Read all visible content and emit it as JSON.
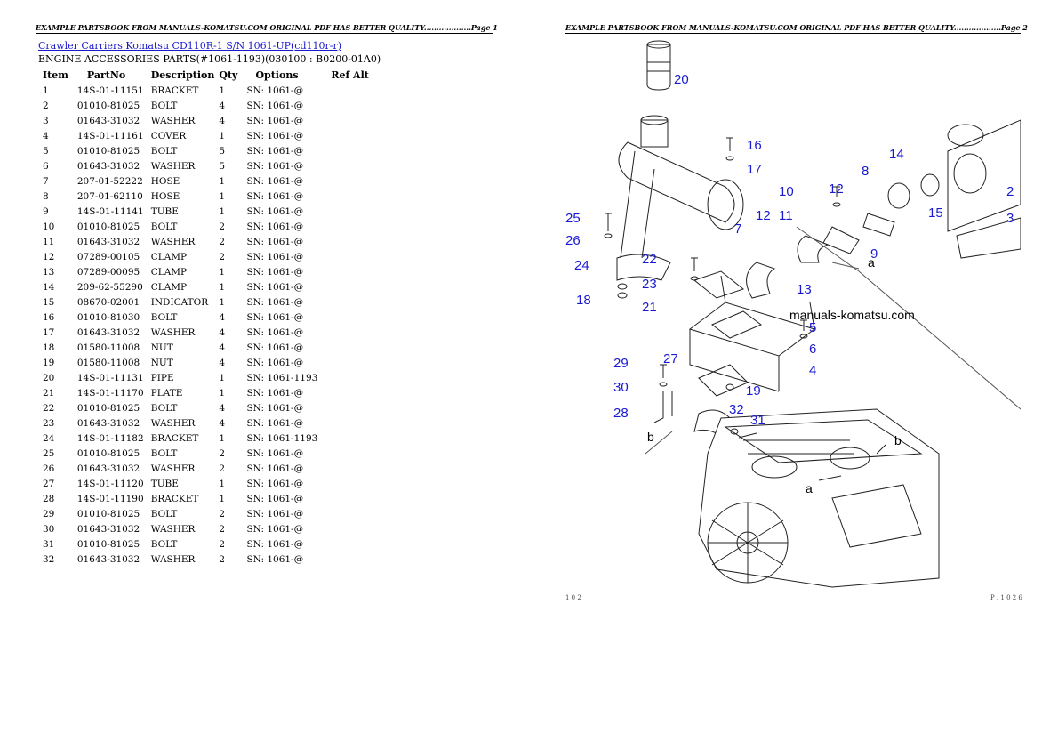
{
  "page1": {
    "header": "EXAMPLE PARTSBOOK FROM MANUALS-KOMATSU.COM ORIGINAL PDF HAS BETTER QUALITY...................Page 1",
    "breadcrumb": "Crawler Carriers Komatsu  CD110R-1 S/N 1061-UP(cd110r-r)",
    "subtitle": "ENGINE ACCESSORIES PARTS(#1061-1193)(030100 : B0200-01A0)",
    "columns": [
      "Item",
      "PartNo",
      "Description",
      "Qty",
      "Options",
      "Ref Alt"
    ],
    "rows": [
      [
        "1",
        "14S-01-11151",
        "BRACKET",
        "1",
        "SN: 1061-@"
      ],
      [
        "2",
        "01010-81025",
        "BOLT",
        "4",
        "SN: 1061-@"
      ],
      [
        "3",
        "01643-31032",
        "WASHER",
        "4",
        "SN: 1061-@"
      ],
      [
        "4",
        "14S-01-11161",
        "COVER",
        "1",
        "SN: 1061-@"
      ],
      [
        "5",
        "01010-81025",
        "BOLT",
        "5",
        "SN: 1061-@"
      ],
      [
        "6",
        "01643-31032",
        "WASHER",
        "5",
        "SN: 1061-@"
      ],
      [
        "7",
        "207-01-52222",
        "HOSE",
        "1",
        "SN: 1061-@"
      ],
      [
        "8",
        "207-01-62110",
        "HOSE",
        "1",
        "SN: 1061-@"
      ],
      [
        "9",
        "14S-01-11141",
        "TUBE",
        "1",
        "SN: 1061-@"
      ],
      [
        "10",
        "01010-81025",
        "BOLT",
        "2",
        "SN: 1061-@"
      ],
      [
        "11",
        "01643-31032",
        "WASHER",
        "2",
        "SN: 1061-@"
      ],
      [
        "12",
        "07289-00105",
        "CLAMP",
        "2",
        "SN: 1061-@"
      ],
      [
        "13",
        "07289-00095",
        "CLAMP",
        "1",
        "SN: 1061-@"
      ],
      [
        "14",
        "209-62-55290",
        "CLAMP",
        "1",
        "SN: 1061-@"
      ],
      [
        "15",
        "08670-02001",
        "INDICATOR",
        "1",
        "SN: 1061-@"
      ],
      [
        "16",
        "01010-81030",
        "BOLT",
        "4",
        "SN: 1061-@"
      ],
      [
        "17",
        "01643-31032",
        "WASHER",
        "4",
        "SN: 1061-@"
      ],
      [
        "18",
        "01580-11008",
        "NUT",
        "4",
        "SN: 1061-@"
      ],
      [
        "19",
        "01580-11008",
        "NUT",
        "4",
        "SN: 1061-@"
      ],
      [
        "20",
        "14S-01-11131",
        "PIPE",
        "1",
        "SN: 1061-1193"
      ],
      [
        "21",
        "14S-01-11170",
        "PLATE",
        "1",
        "SN: 1061-@"
      ],
      [
        "22",
        "01010-81025",
        "BOLT",
        "4",
        "SN: 1061-@"
      ],
      [
        "23",
        "01643-31032",
        "WASHER",
        "4",
        "SN: 1061-@"
      ],
      [
        "24",
        "14S-01-11182",
        "BRACKET",
        "1",
        "SN: 1061-1193"
      ],
      [
        "25",
        "01010-81025",
        "BOLT",
        "2",
        "SN: 1061-@"
      ],
      [
        "26",
        "01643-31032",
        "WASHER",
        "2",
        "SN: 1061-@"
      ],
      [
        "27",
        "14S-01-11120",
        "TUBE",
        "1",
        "SN: 1061-@"
      ],
      [
        "28",
        "14S-01-11190",
        "BRACKET",
        "1",
        "SN: 1061-@"
      ],
      [
        "29",
        "01010-81025",
        "BOLT",
        "2",
        "SN: 1061-@"
      ],
      [
        "30",
        "01643-31032",
        "WASHER",
        "2",
        "SN: 1061-@"
      ],
      [
        "31",
        "01010-81025",
        "BOLT",
        "2",
        "SN: 1061-@"
      ],
      [
        "32",
        "01643-31032",
        "WASHER",
        "2",
        "SN: 1061-@"
      ]
    ]
  },
  "page2": {
    "header": "EXAMPLE PARTSBOOK FROM MANUALS-KOMATSU.COM ORIGINAL PDF HAS BETTER QUALITY...................Page 2",
    "watermark": "manuals-komatsu.com",
    "callouts": [
      "20",
      "16",
      "17",
      "14",
      "8",
      "12",
      "10",
      "11",
      "12",
      "7",
      "15",
      "2",
      "3",
      "25",
      "26",
      "24",
      "22",
      "23",
      "18",
      "21",
      "13",
      "9",
      "5",
      "6",
      "4",
      "29",
      "27",
      "30",
      "19",
      "32",
      "31",
      "28"
    ],
    "view_letters": [
      "a",
      "a",
      "b",
      "b"
    ],
    "footer_left": "1 0 2",
    "footer_right": "P . 1 0 2 6",
    "callout_color": "#1a1ad0"
  }
}
